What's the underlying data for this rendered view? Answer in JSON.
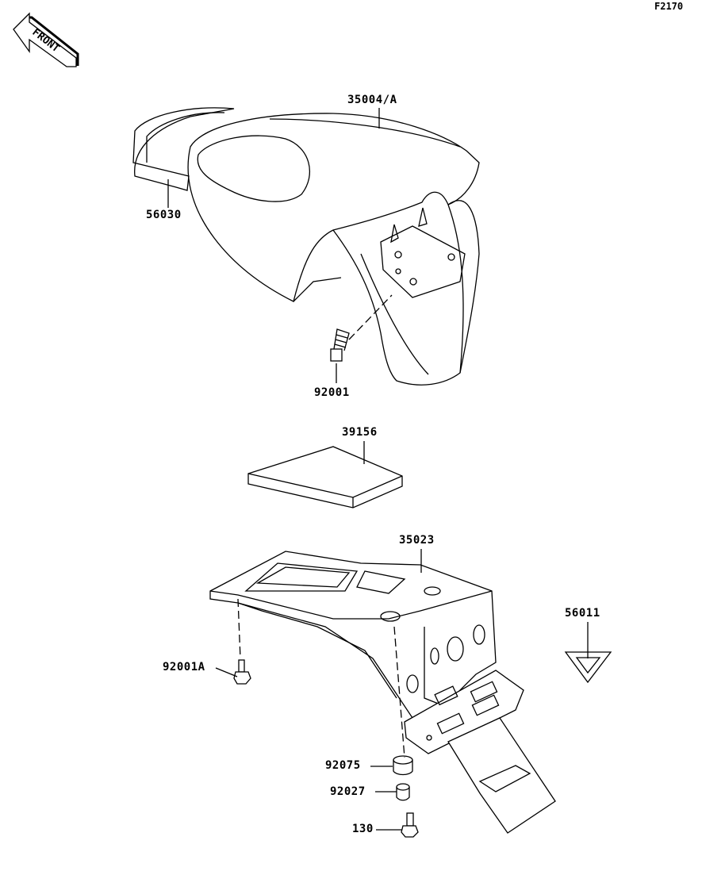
{
  "diagram_code": "F2170",
  "front_indicator": "FRONT",
  "parts": {
    "p35004A": "35004/A",
    "p56030": "56030",
    "p92001": "92001",
    "p39156": "39156",
    "p35023": "35023",
    "p56011": "56011",
    "p92001A": "92001A",
    "p92075": "92075",
    "p92027": "92027",
    "p130": "130"
  }
}
